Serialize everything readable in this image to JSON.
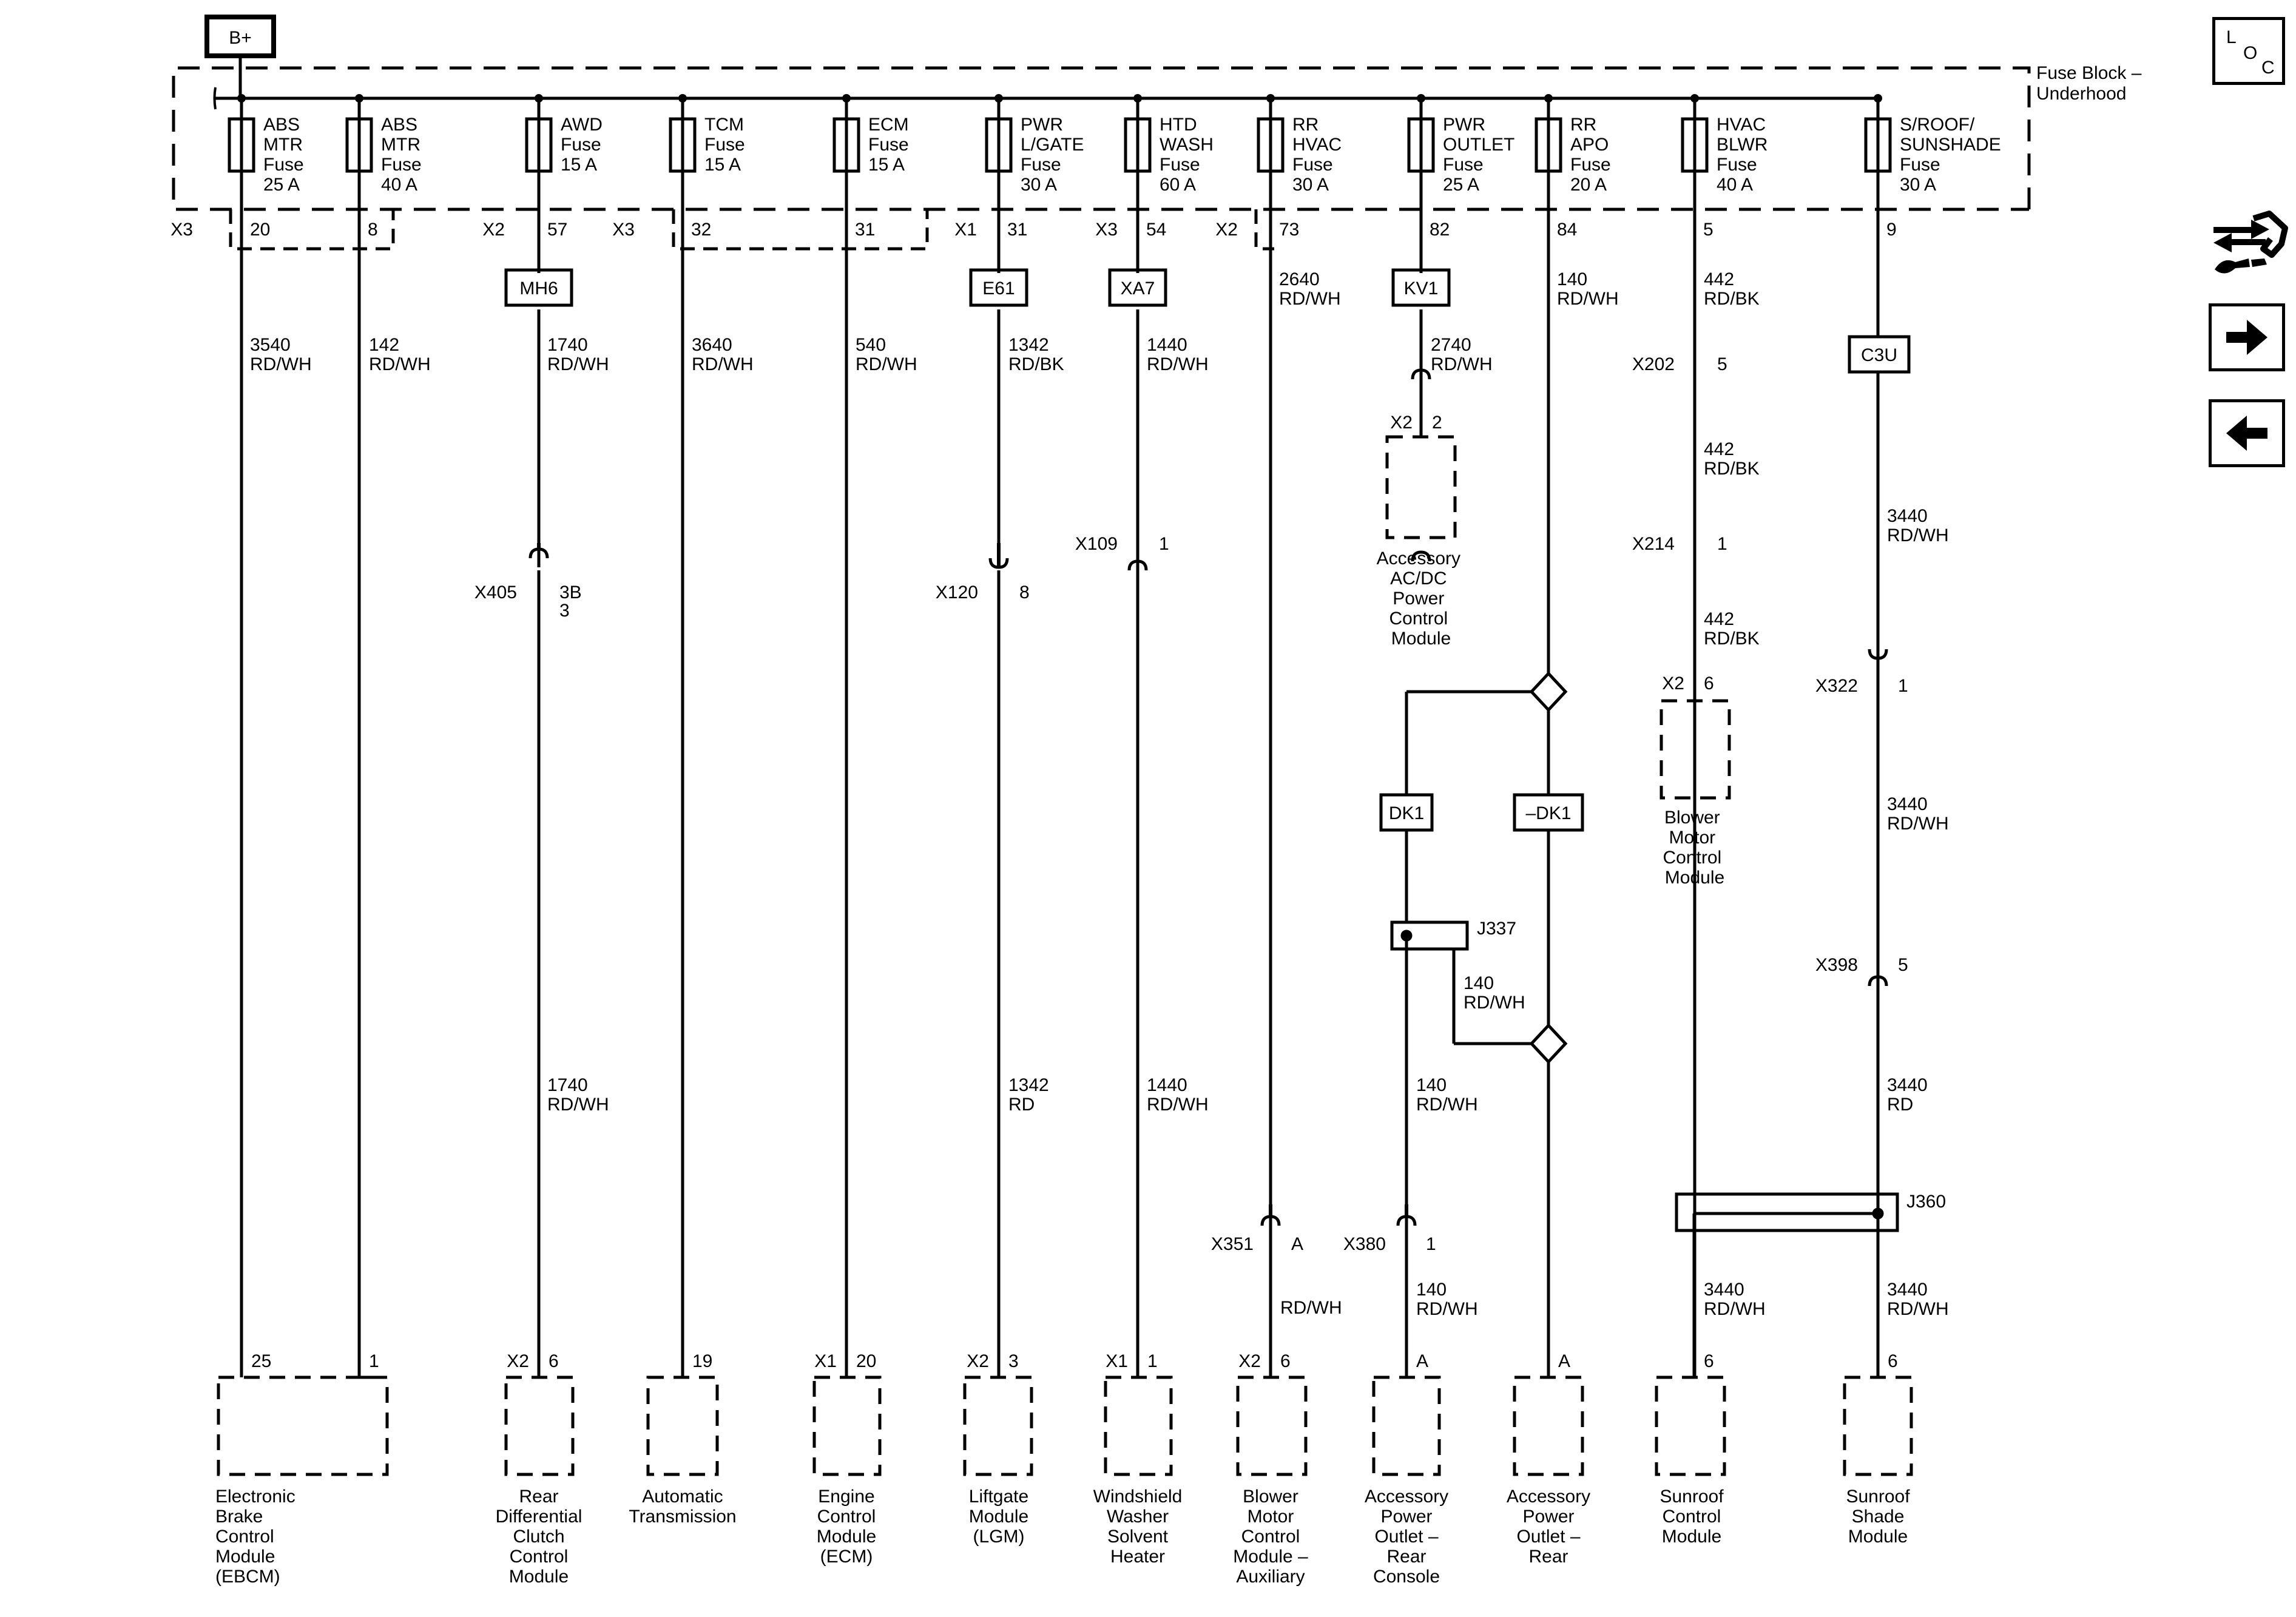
{
  "supply": {
    "label": "B+"
  },
  "fuse_block": {
    "name_line1": "Fuse Block –",
    "name_line2": "Underhood"
  },
  "fuses": [
    {
      "id": "abs-mtr-25",
      "lines": [
        "ABS",
        "MTR",
        "Fuse",
        "25 A"
      ],
      "pin_connector": "X3",
      "pin": "20"
    },
    {
      "id": "abs-mtr-40",
      "lines": [
        "ABS",
        "MTR",
        "Fuse",
        "40 A"
      ],
      "pin_connector": "",
      "pin": "8"
    },
    {
      "id": "awd",
      "lines": [
        "AWD",
        "Fuse",
        "15 A"
      ],
      "pin_connector": "X2",
      "pin": "57"
    },
    {
      "id": "tcm",
      "lines": [
        "TCM",
        "Fuse",
        "15 A"
      ],
      "pin_connector": "X3",
      "pin": "32"
    },
    {
      "id": "ecm",
      "lines": [
        "ECM",
        "Fuse",
        "15 A"
      ],
      "pin_connector": "",
      "pin": "31"
    },
    {
      "id": "pwr-lgate",
      "lines": [
        "PWR",
        "L/GATE",
        "Fuse",
        "30 A"
      ],
      "pin_connector": "X1",
      "pin": "31"
    },
    {
      "id": "htd-wash",
      "lines": [
        "HTD",
        "WASH",
        "Fuse",
        "60 A"
      ],
      "pin_connector": "X3",
      "pin": "54"
    },
    {
      "id": "rr-hvac",
      "lines": [
        "RR",
        "HVAC",
        "Fuse",
        "30 A"
      ],
      "pin_connector": "X2",
      "pin": "73"
    },
    {
      "id": "pwr-outlet",
      "lines": [
        "PWR",
        "OUTLET",
        "Fuse",
        "25 A"
      ],
      "pin_connector": "",
      "pin": "82"
    },
    {
      "id": "rr-apo",
      "lines": [
        "RR",
        "APO",
        "Fuse",
        "20 A"
      ],
      "pin_connector": "",
      "pin": "84"
    },
    {
      "id": "hvac-blwr",
      "lines": [
        "HVAC",
        "BLWR",
        "Fuse",
        "40 A"
      ],
      "pin_connector": "",
      "pin": "5"
    },
    {
      "id": "sroof-sunshade",
      "lines": [
        "S/ROOF/",
        "SUNSHADE",
        "Fuse",
        "30 A"
      ],
      "pin_connector": "",
      "pin": "9"
    }
  ],
  "option_codes": [
    "MH6",
    "E61",
    "XA7",
    "KV1",
    "C3U",
    "DK1",
    "–DK1"
  ],
  "wires": {
    "ebcm_25": {
      "circuit": "3540",
      "color": "RD/WH"
    },
    "ebcm_40": {
      "circuit": "142",
      "color": "RD/WH"
    },
    "awd_upper": {
      "circuit": "1740",
      "color": "RD/WH"
    },
    "awd_lower": {
      "circuit": "1740",
      "color": "RD/WH"
    },
    "tcm": {
      "circuit": "3640",
      "color": "RD/WH"
    },
    "ecm": {
      "circuit": "540",
      "color": "RD/WH"
    },
    "lgate_upper": {
      "circuit": "1342",
      "color": "RD/BK"
    },
    "lgate_lower": {
      "circuit": "1342",
      "color": "RD"
    },
    "wash_upper": {
      "circuit": "1440",
      "color": "RD/WH"
    },
    "wash_lower": {
      "circuit": "1440",
      "color": "RD/WH"
    },
    "rr_hvac_upper": {
      "circuit": "2640",
      "color": "RD/WH"
    },
    "rr_hvac_lower": {
      "color": "RD/WH"
    },
    "pwr_outlet": {
      "circuit": "2740",
      "color": "RD/WH"
    },
    "rr_apo_upper": {
      "circuit": "140",
      "color": "RD/WH"
    },
    "j337_bridge": {
      "circuit": "140",
      "color": "RD/WH"
    },
    "console_mid": {
      "circuit": "140",
      "color": "RD/WH"
    },
    "console_lower": {
      "circuit": "140",
      "color": "RD/WH"
    },
    "hvac_1": {
      "circuit": "442",
      "color": "RD/BK"
    },
    "hvac_2": {
      "circuit": "442",
      "color": "RD/BK"
    },
    "hvac_3": {
      "circuit": "442",
      "color": "RD/BK"
    },
    "sroof_1": {
      "circuit": "3440",
      "color": "RD/WH"
    },
    "sroof_2": {
      "circuit": "3440",
      "color": "RD/WH"
    },
    "sroof_3": {
      "circuit": "3440",
      "color": "RD"
    },
    "sunroof_ctrl": {
      "circuit": "3440",
      "color": "RD/WH"
    },
    "sunroof_shade": {
      "circuit": "3440",
      "color": "RD/WH"
    }
  },
  "inline_connectors": {
    "x405": {
      "id": "X405",
      "pin": "3B",
      "pin2": "3"
    },
    "x120": {
      "id": "X120",
      "pin": "8"
    },
    "x109": {
      "id": "X109",
      "pin": "1"
    },
    "x202": {
      "id": "X202",
      "pin": "5"
    },
    "x214": {
      "id": "X214",
      "pin": "1"
    },
    "x322": {
      "id": "X322",
      "pin": "1"
    },
    "x398": {
      "id": "X398",
      "pin": "5"
    },
    "x351": {
      "id": "X351",
      "pin": "A"
    },
    "x380": {
      "id": "X380",
      "pin": "1"
    }
  },
  "splices": {
    "j337": "J337",
    "j360": "J360"
  },
  "kv1_pin": {
    "connector": "X2",
    "pin": "2"
  },
  "blower_pin": {
    "connector": "X2",
    "pin": "6"
  },
  "accessory_acdc": {
    "lines": [
      "Accessory",
      "AC/DC",
      "Power",
      "Control",
      "Module"
    ]
  },
  "blower_motor": {
    "lines": [
      "Blower",
      "Motor",
      "Control",
      "Module"
    ]
  },
  "components": [
    {
      "id": "ebcm",
      "connector": "",
      "pin": "25",
      "pin_b": "1",
      "lines": [
        "Electronic",
        "Brake",
        "Control",
        "Module",
        "(EBCM)"
      ]
    },
    {
      "id": "rdccm",
      "connector": "X2",
      "pin": "6",
      "lines": [
        "Rear",
        "Differential",
        "Clutch",
        "Control",
        "Module"
      ]
    },
    {
      "id": "trans",
      "connector": "",
      "pin": "19",
      "lines": [
        "Automatic",
        "Transmission"
      ]
    },
    {
      "id": "ecm-mod",
      "connector": "X1",
      "pin": "20",
      "lines": [
        "Engine",
        "Control",
        "Module",
        "(ECM)"
      ]
    },
    {
      "id": "lgm",
      "connector": "X2",
      "pin": "3",
      "lines": [
        "Liftgate",
        "Module",
        "(LGM)"
      ]
    },
    {
      "id": "washer",
      "connector": "X1",
      "pin": "1",
      "lines": [
        "Windshield",
        "Washer",
        "Solvent",
        "Heater"
      ]
    },
    {
      "id": "blower-aux",
      "connector": "X2",
      "pin": "6",
      "lines": [
        "Blower",
        "Motor",
        "Control",
        "Module –",
        "Auxiliary"
      ]
    },
    {
      "id": "apo-console",
      "connector": "",
      "pin": "A",
      "lines": [
        "Accessory",
        "Power",
        "Outlet –",
        "Rear",
        "Console"
      ]
    },
    {
      "id": "apo-rear",
      "connector": "",
      "pin": "A",
      "lines": [
        "Accessory",
        "Power",
        "Outlet –",
        "Rear"
      ]
    },
    {
      "id": "sunroof-ctrl",
      "connector": "",
      "pin": "6",
      "lines": [
        "Sunroof",
        "Control",
        "Module"
      ]
    },
    {
      "id": "sunroof-shade",
      "connector": "",
      "pin": "6",
      "lines": [
        "Sunroof",
        "Shade",
        "Module"
      ]
    }
  ],
  "nav": {
    "loc_l": "L",
    "loc_o": "O",
    "loc_c": "C",
    "connector_icon": "connector-view-icon",
    "next_icon": "arrow-right-icon",
    "prev_icon": "arrow-left-icon"
  }
}
